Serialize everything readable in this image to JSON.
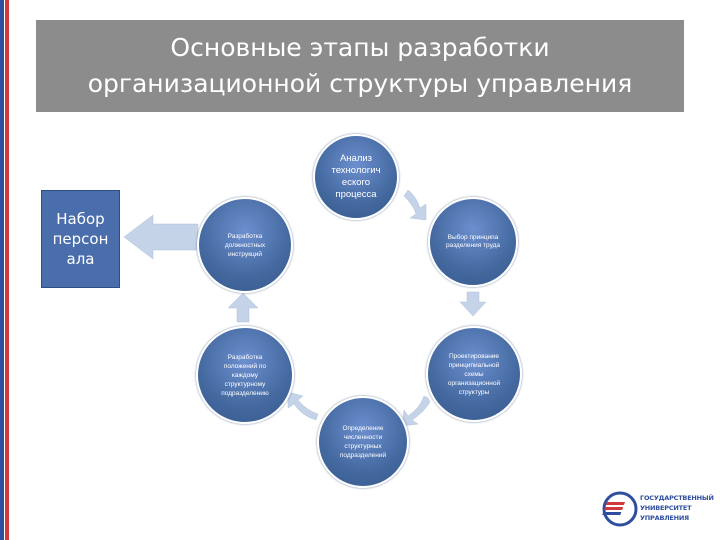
{
  "title": "Основные этапы разработки\nорганизационной структуры управления",
  "recruitment_box": "Набор\nперсон\nала",
  "nodes": {
    "analysis": "Анализ\nтехнологич\nеского\nпроцесса",
    "division_of_labor": "Выбор принципа\nразделения труда",
    "design_scheme": "Проектирование\nпринципиальной\nсхемы\nорганизационной\nструктуры",
    "headcount": "Определение\nчисленности\nструктурных\nподразделений",
    "unit_regulations": "Разработка\nположений по\nкаждому\nструктурному\nподразделению",
    "job_instructions": "Разработка\nдолжностных\nинструкций"
  },
  "logo": {
    "text": "ГОСУДАРСТВЕННЫЙ\nУНИВЕРСИТЕТ\nУПРАВЛЕНИЯ"
  },
  "colors": {
    "title_bar": "#8c8c8c",
    "node_fill": "#4a6fad",
    "arrow_fill": "#c5d3e8",
    "left_stripe_blue": "#2f4f9e",
    "left_stripe_red": "#d03a3a"
  }
}
